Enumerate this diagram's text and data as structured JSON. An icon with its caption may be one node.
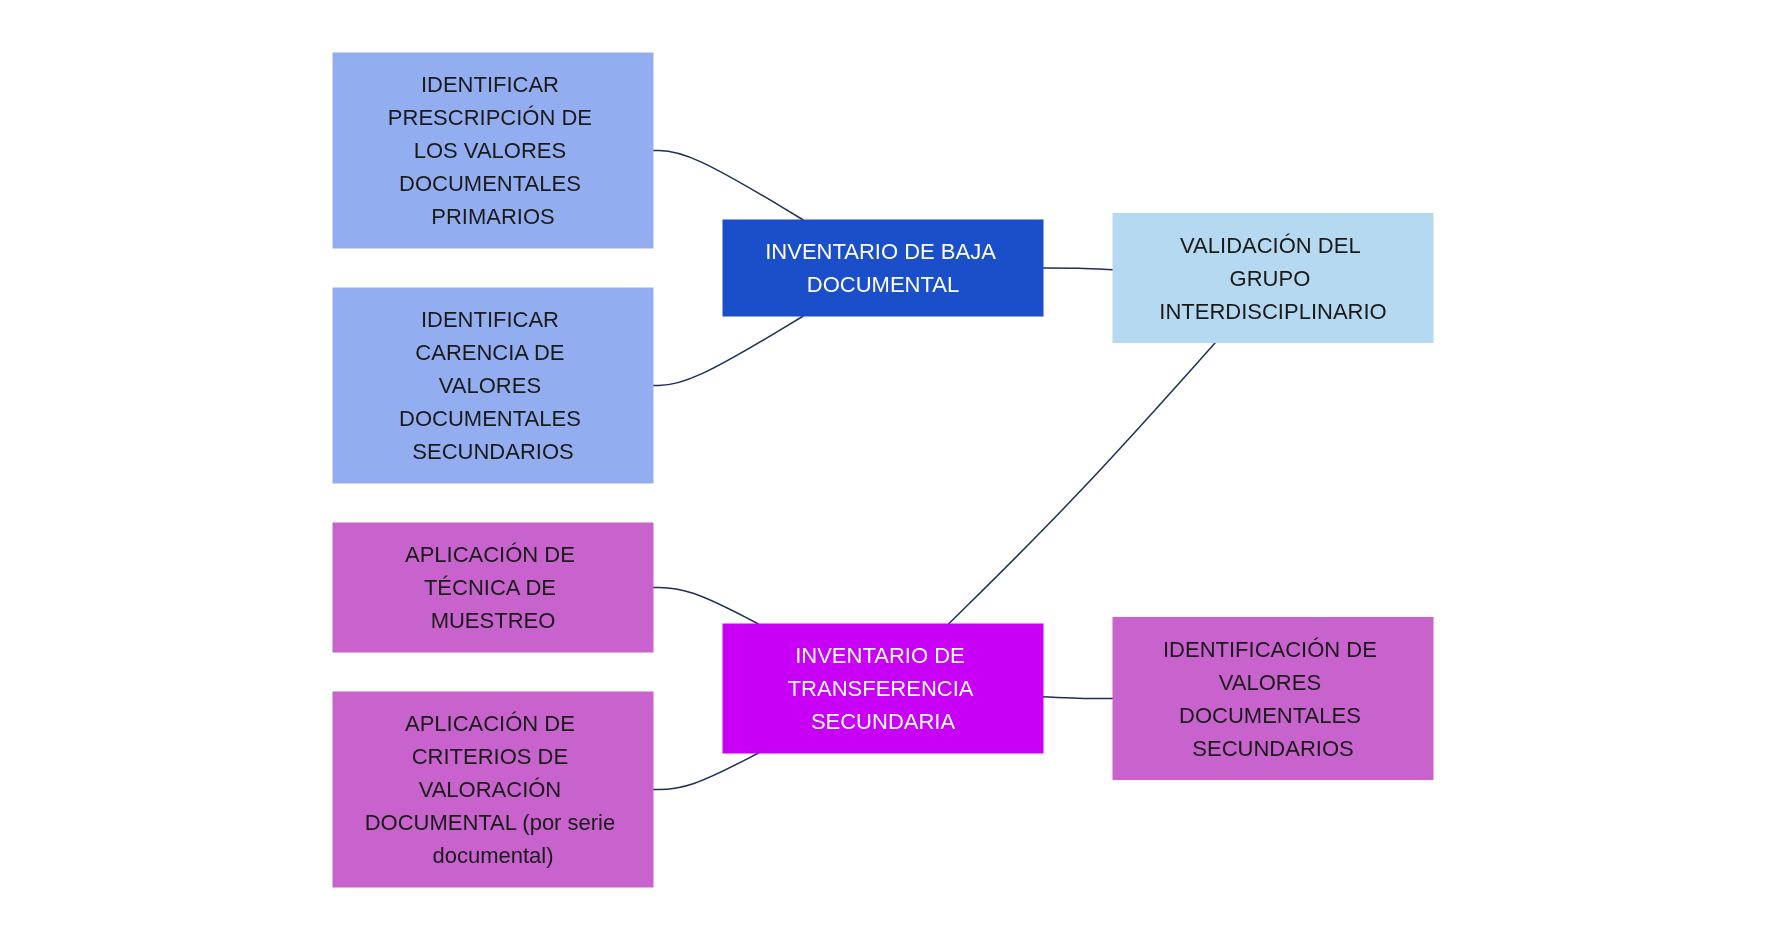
{
  "diagram": {
    "nodes": [
      {
        "text": [
          "IDENTIFICAR PRESCRIPCIÓN DE LOS VALORES DOCUMENTALES PRIMARIOS"
        ]
      },
      {
        "text": [
          "IDENTIFICAR CARENCIA DE VALORES DOCUMENTALES SECUNDARIOS"
        ]
      },
      {
        "text": [
          "INVENTARIO DE BAJA DOCUMENTAL"
        ]
      },
      {
        "text": [
          "VALIDACIÓN DEL GRUPO INTERDISCIPLINARIO"
        ]
      },
      {
        "text": [
          "APLICACIÓN DE TÉCNICA DE MUESTREO"
        ]
      },
      {
        "text": [
          "INVENTARIO DE TRANSFERENCIA SECUNDARIA"
        ]
      },
      {
        "text": [
          "APLICACIÓN DE CRITERIOS DE VALORACIÓN DOCUMENTAL (por serie documental)"
        ]
      },
      {
        "text": [
          "IDENTIFICACIÓN DE VALORES DOCUMENTALES SECUNDARIOS"
        ]
      }
    ],
    "edges": [
      {
        "from": 0,
        "to": 2,
        "arrow": "none"
      },
      {
        "from": 1,
        "to": 2,
        "arrow": "none"
      },
      {
        "from": 2,
        "to": 3,
        "arrow": "none"
      },
      {
        "from": 5,
        "to": 3,
        "arrow": "none"
      },
      {
        "from": 4,
        "to": 5,
        "arrow": "none"
      },
      {
        "from": 6,
        "to": 5,
        "arrow": "none"
      },
      {
        "from": 5,
        "to": 7,
        "arrow": "none"
      }
    ]
  }
}
